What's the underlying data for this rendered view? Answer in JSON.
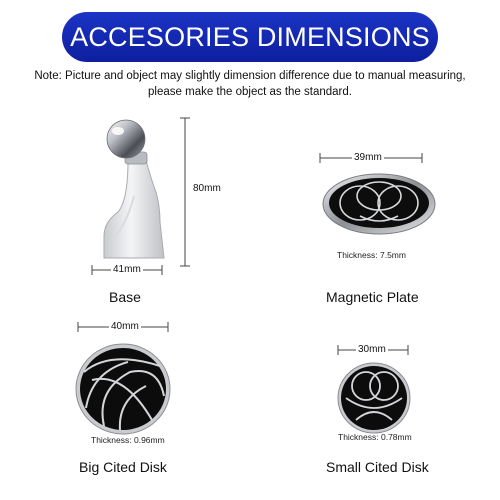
{
  "banner": {
    "title": "ACCESORIES DIMENSIONS",
    "color": "#1428b4"
  },
  "note": {
    "line1": "Note: Picture and object may slightly dimension difference due to manual measuring,",
    "line2": "please make the object as the standard."
  },
  "base": {
    "name": "Base",
    "height_label": "80mm",
    "width_label": "41mm"
  },
  "magnetic_plate": {
    "name": "Magnetic Plate",
    "width_label": "39mm",
    "thickness": "Thickness: 7.5mm"
  },
  "big_disk": {
    "name": "Big Cited Disk",
    "width_label": "40mm",
    "thickness": "Thickness: 0.96mm"
  },
  "small_disk": {
    "name": "Small Cited Disk",
    "width_label": "30mm",
    "thickness": "Thickness: 0.78mm"
  }
}
